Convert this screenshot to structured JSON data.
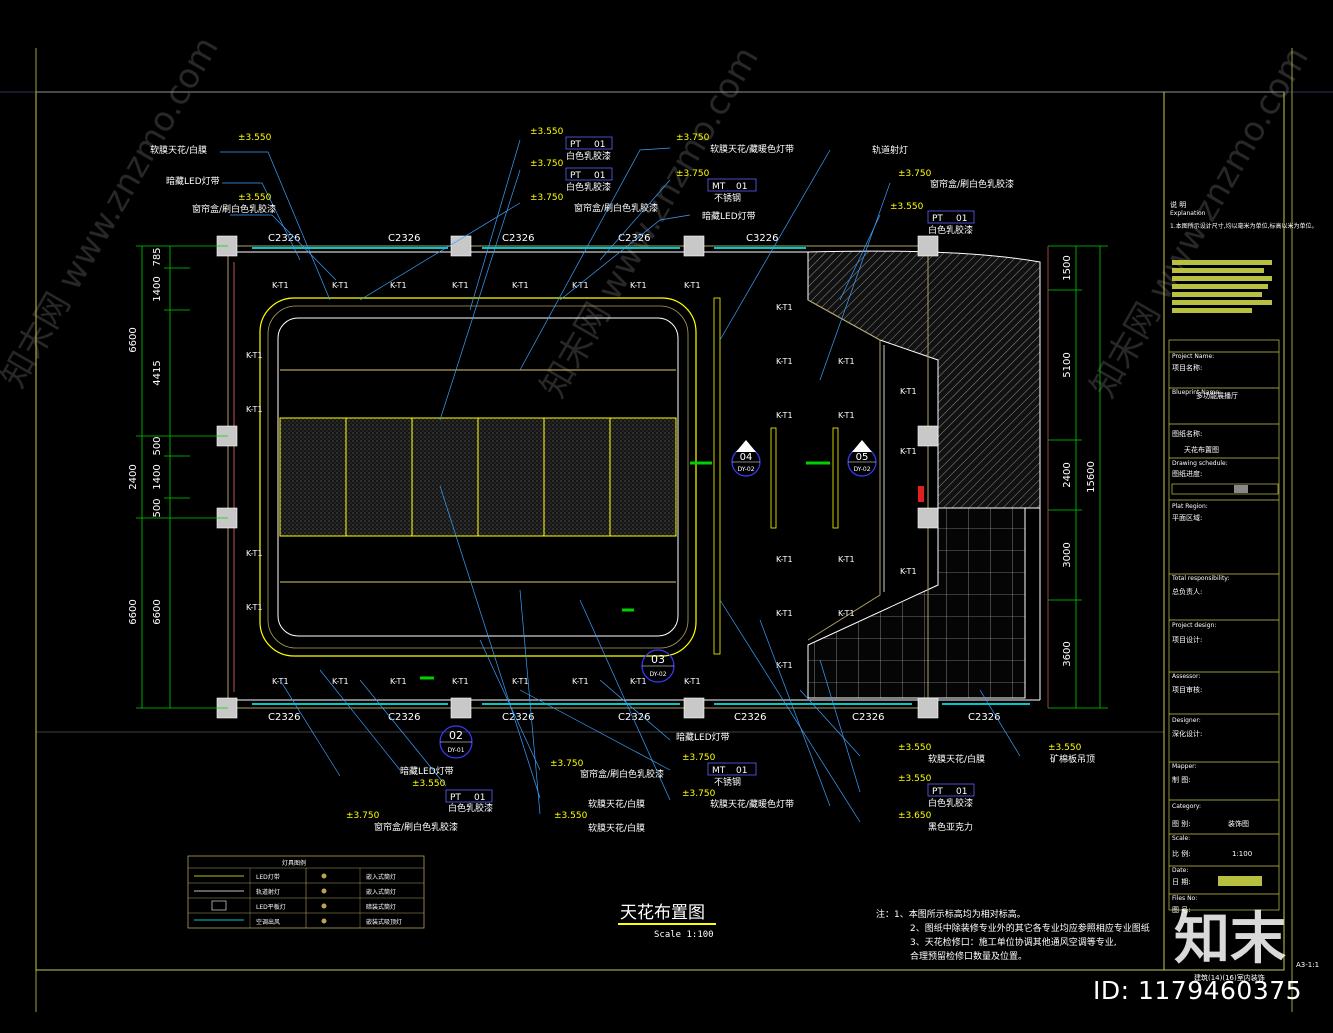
{
  "drawing": {
    "title": "天花布置图",
    "scale": "Scale 1:100",
    "id_label": "ID: 1179460375",
    "sheet_code": "A3-1:1",
    "watermark_brand": "知末",
    "watermark_text": "知末网 www.znzmo.com",
    "notes": [
      "注：1、本图所示标高均为相对标高。",
      "2、图纸中除装修专业外的其它各专业均应参照相应专业图纸",
      "3、天花检修口：施工单位协调其他通风空调等专业,",
      "合理预留检修口数量及位置。"
    ]
  },
  "window_codes": {
    "top": [
      "C2326",
      "C2326",
      "C2326",
      "C2326",
      "C3226"
    ],
    "bottom": [
      "C2326",
      "C2326",
      "C2326",
      "C2326",
      "C2326",
      "C2326",
      "C2326"
    ]
  },
  "dimensions": {
    "left_outer": [
      "6600",
      "2400",
      "6600"
    ],
    "left_inner": [
      "785",
      "1400",
      "4415",
      "500",
      "1400",
      "500",
      "6600"
    ],
    "right_inner": [
      "1500",
      "5100",
      "2400",
      "3000",
      "3600"
    ],
    "right_outer": "15600"
  },
  "fixture_label": "K-T1",
  "callouts": [
    {
      "label": "软膜天花/白膜",
      "level": "±3.550"
    },
    {
      "label": "暗藏LED灯带"
    },
    {
      "label": "窗帘盒/刷白色乳胶漆",
      "level": "±3.550"
    },
    {
      "level": "±3.550",
      "tag": "PT",
      "code": "01",
      "label": "白色乳胶漆"
    },
    {
      "level": "±3.750",
      "tag": "PT",
      "code": "01",
      "label": "白色乳胶漆"
    },
    {
      "level": "±3.750",
      "label": "窗帘盒/刷白色乳胶漆"
    },
    {
      "level": "±3.750",
      "label": "软膜天花/藏暖色灯带"
    },
    {
      "level": "±3.750",
      "tag": "MT",
      "code": "01",
      "label": "不锈钢"
    },
    {
      "label": "暗藏LED灯带"
    },
    {
      "label": "轨道射灯"
    },
    {
      "level": "±3.750",
      "label": "窗帘盒/刷白色乳胶漆"
    },
    {
      "level": "±3.550",
      "tag": "PT",
      "code": "01",
      "label": "白色乳胶漆"
    }
  ],
  "bottom_callouts": [
    {
      "label": "暗藏LED灯带"
    },
    {
      "level": "±3.550",
      "tag": "PT",
      "code": "01",
      "label": "白色乳胶漆"
    },
    {
      "level": "±3.750",
      "label": "窗帘盒/刷白色乳胶漆"
    },
    {
      "level": "±3.750",
      "label": "窗帘盒/刷白色乳胶漆"
    },
    {
      "label": "软膜天花/白膜"
    },
    {
      "level": "±3.550",
      "label": "软膜天花/白膜"
    },
    {
      "label": "暗藏LED灯带"
    },
    {
      "level": "±3.750",
      "tag": "MT",
      "code": "01",
      "label": "不锈钢"
    },
    {
      "level": "±3.750",
      "label": "软膜天花/藏暖色灯带"
    },
    {
      "level": "±3.550",
      "label": "软膜天花/白膜"
    },
    {
      "level": "±3.550",
      "label": "矿棉板吊顶"
    },
    {
      "level": "±3.550",
      "tag": "PT",
      "code": "01",
      "label": "白色乳胶漆"
    },
    {
      "level": "±3.650",
      "label": "黑色亚克力"
    }
  ],
  "section_marks": [
    {
      "num": "02",
      "sheet": "DY-01"
    },
    {
      "num": "03",
      "sheet": "DY-02"
    },
    {
      "num": "04",
      "sheet": "DY-02"
    },
    {
      "num": "05",
      "sheet": "DY-02"
    }
  ],
  "legend": {
    "title": "灯具图例",
    "rows": [
      {
        "a": "LED灯带",
        "b": "嵌入式筒灯"
      },
      {
        "a": "轨道射灯",
        "b": "嵌入式筒灯"
      },
      {
        "a": "LED平板灯",
        "b": "暗装式筒灯"
      },
      {
        "a": "空调出风",
        "b": "嵌装式吸顶灯"
      }
    ]
  },
  "title_block": {
    "explanation_title": "说 明",
    "explanation_en": "Explanation",
    "explanation_text": "1.本图所示设计尺寸,均以毫米为单位,标高以米为单位。",
    "project_name_en": "Project Name:",
    "project_name_cn": "项目名称:",
    "project_name": "多功能展播厅",
    "blueprint_en": "Blueprint Name:",
    "blueprint_cn": "图纸名称:",
    "blueprint_name": "天花布置图",
    "drawing_schedule_en": "Drawing schedule:",
    "drawing_schedule_cn": "图纸进度:",
    "plat_region_en": "Plat Region:",
    "plat_region_cn": "平面区域:",
    "responsibility_en": "Total responsibility:",
    "responsibility_cn": "总负责人:",
    "project_design_en": "Project design:",
    "project_design_cn": "项目设计:",
    "assessor_en": "Assessor:",
    "assessor_cn": "项目审核:",
    "designer_en": "Designer:",
    "designer_cn": "深化设计:",
    "mapper_en": "Mapper:",
    "mapper_cn": "制 图:",
    "category_en": "Category:",
    "category_cn": "图 别:",
    "category": "装饰图",
    "scale_en": "Scale:",
    "scale_cn": "比 例:",
    "scale": "1:100",
    "date_en": "Date:",
    "date_cn": "日 期:",
    "files_en": "Files No:",
    "files_cn": "图 号:",
    "company": "建筑(14)(16)室内装饰"
  },
  "colors": {
    "frame": "#c8c850",
    "line": "#ffff00",
    "cyan": "#00c8c8",
    "leader": "#3aa0ff",
    "dim_green": "#00d000",
    "white": "#ffffff",
    "grey": "#bdbdbd",
    "tan": "#b0a060"
  }
}
